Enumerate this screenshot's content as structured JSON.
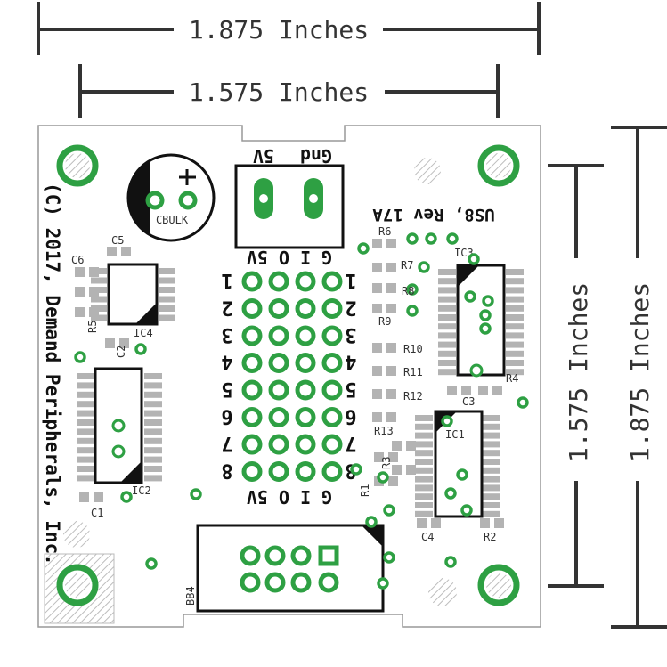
{
  "dimensions": {
    "outer_width": "1.875 Inches",
    "inner_width": "1.575 Inches",
    "inner_height": "1.575 Inches",
    "outer_height": "1.875 Inches"
  },
  "silkscreen": {
    "copyright": "(C) 2017, Demand Peripherals, Inc.",
    "board_name": "US8, Rev 17A",
    "power_label_5v": "5V",
    "power_label_gnd": "Gnd",
    "header_top_label": "G I O 5V",
    "header_bottom_label": "G I O 5V",
    "row_numbers": [
      "1",
      "2",
      "3",
      "4",
      "5",
      "6",
      "7",
      "8"
    ]
  },
  "components": {
    "cbulk": "CBULK",
    "ic1": "IC1",
    "ic2": "IC2",
    "ic3": "IC3",
    "ic4": "IC4",
    "c1": "C1",
    "c2": "C2",
    "c3": "C3",
    "c4": "C4",
    "c5": "C5",
    "c6": "C6",
    "r1": "R1",
    "r2": "R2",
    "r3": "R3",
    "r4": "R4",
    "r5": "R5",
    "r6": "R6",
    "r7": "R7",
    "r8": "R8",
    "r9": "R9",
    "r10": "R10",
    "r11": "R11",
    "r12": "R12",
    "r13": "R13",
    "bb4": "BB4"
  },
  "colors": {
    "silkscreen": "#111111",
    "pad_green": "#2ea043",
    "pad_gray": "#b3b3b3",
    "board_outline": "#999999"
  }
}
